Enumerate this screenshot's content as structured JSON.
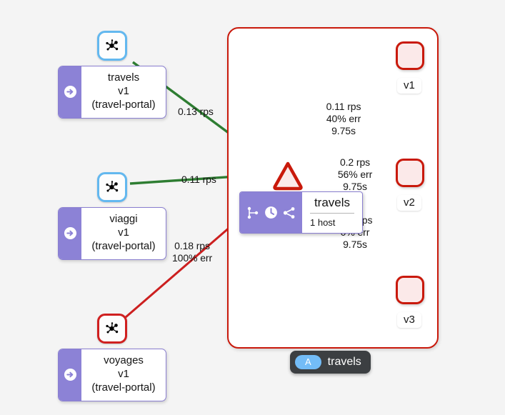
{
  "graph": {
    "type": "service-mesh-graph",
    "background_color": "#f4f4f4",
    "colors": {
      "healthy_edge": "#2e7d32",
      "error_edge": "#cc1f1f",
      "app_box_border": "#c9190b",
      "workload_badge": "#8c82d6",
      "workload_icon_border": "#63b8ef",
      "workload_icon_border_error": "#d02020",
      "version_node_fill": "#fbe9e9",
      "version_node_border": "#c9190b",
      "badge_background": "#3c3f42",
      "badge_pill": "#73bcf7"
    },
    "workloads": [
      {
        "id": "travels",
        "name": "travels",
        "version": "v1",
        "namespace": "(travel-portal)",
        "label": "travels\nv1\n(travel-portal)",
        "icon": "workload-graph-icon",
        "badge_icon": "arrow-right-circle-icon",
        "health": "healthy"
      },
      {
        "id": "viaggi",
        "name": "viaggi",
        "version": "v1",
        "namespace": "(travel-portal)",
        "label": "viaggi\nv1\n(travel-portal)",
        "icon": "workload-graph-icon",
        "badge_icon": "arrow-right-circle-icon",
        "health": "healthy"
      },
      {
        "id": "voyages",
        "name": "voyages",
        "version": "v1",
        "namespace": "(travel-portal)",
        "label": "voyages\nv1\n(travel-portal)",
        "icon": "workload-graph-icon",
        "badge_icon": "arrow-right-circle-icon",
        "health": "error"
      }
    ],
    "service": {
      "id": "travels-service",
      "shape": "triangle",
      "health": "error"
    },
    "versions": [
      {
        "id": "v1",
        "label": "v1",
        "health": "error"
      },
      {
        "id": "v2",
        "label": "v2",
        "health": "error"
      },
      {
        "id": "v3",
        "label": "v3",
        "health": "error"
      }
    ],
    "edges": [
      {
        "id": "travels-to-service",
        "source": "travels",
        "target": "travels-service",
        "status": "healthy",
        "label": "0.13 rps",
        "rps": "0.13 rps"
      },
      {
        "id": "viaggi-to-service",
        "source": "viaggi",
        "target": "travels-service",
        "status": "healthy",
        "label": "0.11 rps",
        "rps": "0.11 rps"
      },
      {
        "id": "voyages-to-service",
        "source": "voyages",
        "target": "travels-service",
        "status": "error",
        "label": "0.18 rps\n100% err",
        "rps": "0.18 rps",
        "err": "100% err"
      },
      {
        "id": "service-to-v1",
        "source": "travels-service",
        "target": "v1",
        "status": "error",
        "label": "0.11 rps\n40% err\n9.75s",
        "rps": "0.11 rps",
        "err": "40% err",
        "latency": "9.75s"
      },
      {
        "id": "service-to-v2",
        "source": "travels-service",
        "target": "v2",
        "status": "error",
        "label": "0.2 rps\n56% err\n9.75s",
        "rps": "0.2 rps",
        "err": "56% err",
        "latency": "9.75s"
      },
      {
        "id": "service-to-v3",
        "source": "travels-service",
        "target": "v3",
        "status": "error",
        "label": "0.11 rps\n0% err\n9.75s",
        "rps": "0.11 rps",
        "err": "0% err",
        "latency": "9.75s"
      }
    ]
  },
  "hover_card": {
    "title": "travels",
    "subtitle": "1 host",
    "icons": [
      "branch-icon",
      "clock-icon",
      "share-nodes-icon"
    ]
  },
  "app_badge": {
    "pill_text": "A",
    "label": "travels"
  }
}
